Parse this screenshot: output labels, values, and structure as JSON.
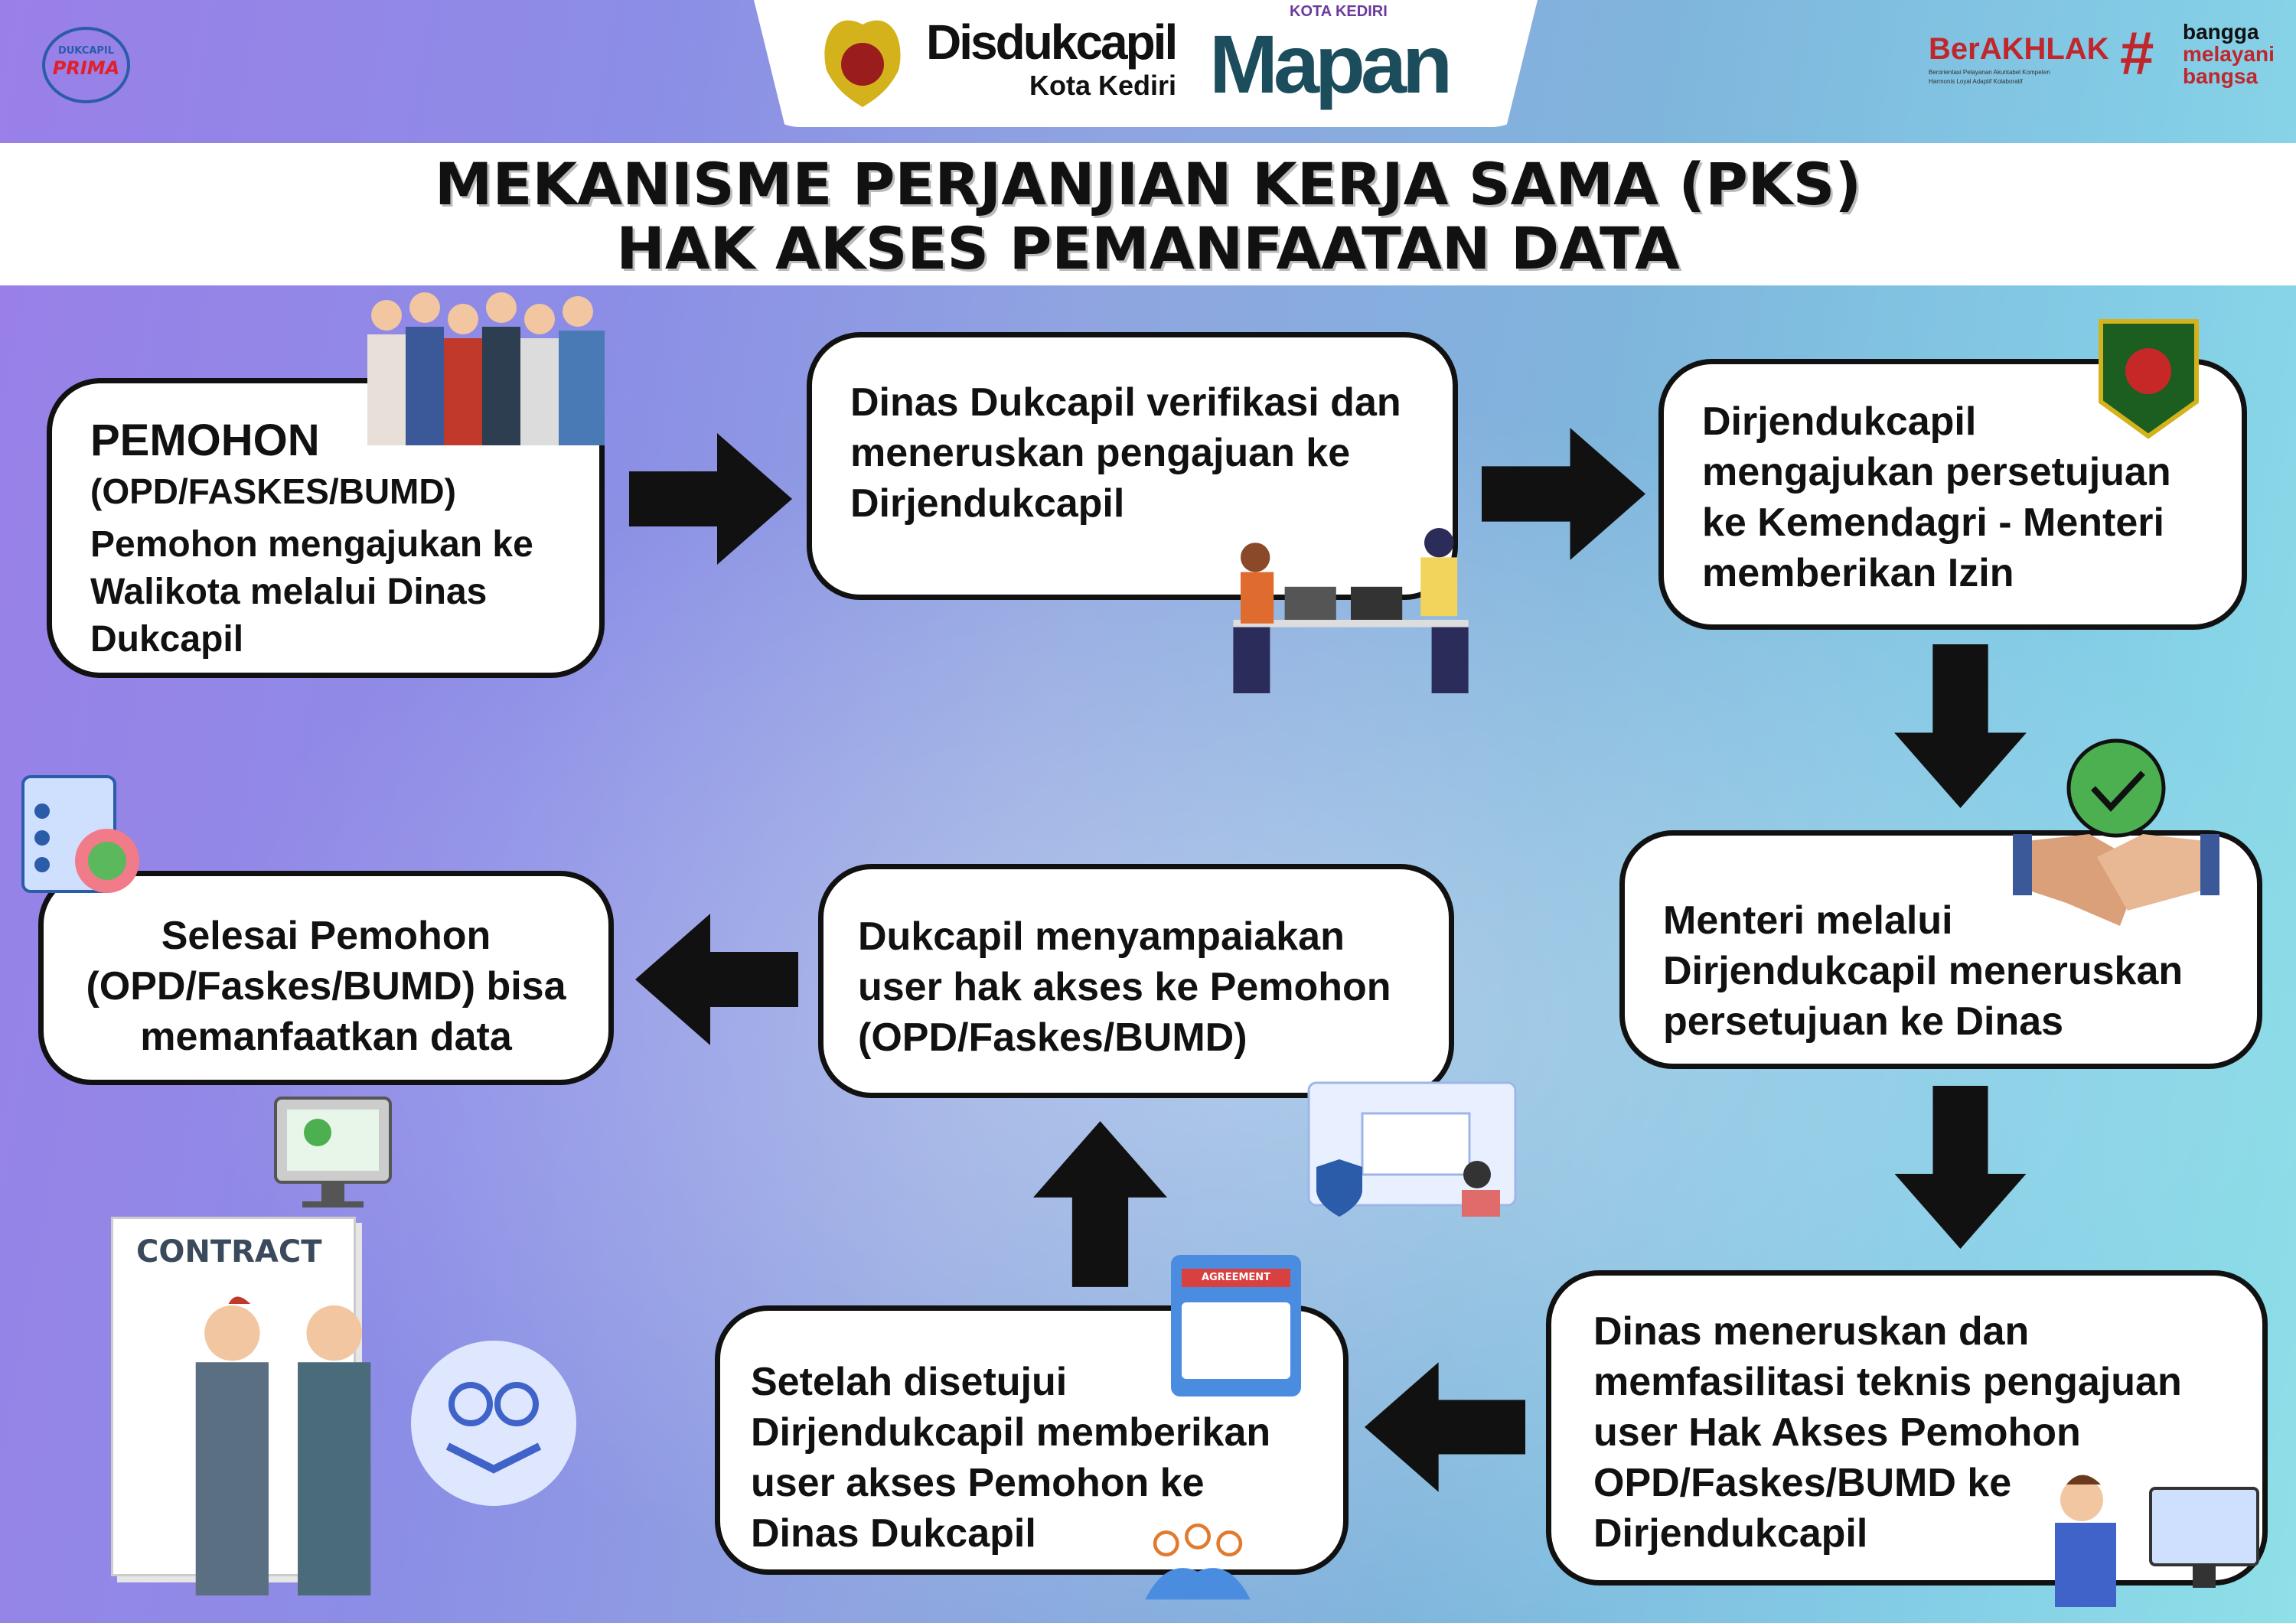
{
  "header": {
    "left_logo": {
      "line1": "DUKCAPIL",
      "line2": "PRIMA"
    },
    "center_logo": {
      "name": "Disdukcapil",
      "sub": "Kota Kediri"
    },
    "mapan_logo": {
      "small": "KOTA KEDIRI",
      "name": "Mapan"
    },
    "right_logo": {
      "name": "BerAKHLAK",
      "tagline1": "Berorientasi Pelayanan Akuntabel Kompeten",
      "tagline2": "Harmonis Loyal Adaptif Kolaboratif",
      "hash1": "bangga",
      "hash2": "melayani",
      "hash3": "bangsa"
    }
  },
  "title": {
    "line1": "MEKANISME PERJANJIAN KERJA SAMA (PKS)",
    "line2": "HAK AKSES PEMANFAATAN DATA"
  },
  "steps": [
    {
      "heading": "PEMOHON",
      "sub": "(OPD/FASKES/BUMD)",
      "text": "Pemohon mengajukan ke Walikota melalui Dinas Dukcapil"
    },
    {
      "text": "Dinas Dukcapil verifikasi dan meneruskan pengajuan ke Dirjendukcapil"
    },
    {
      "text": "Dirjendukcapil mengajukan persetujuan ke Kemendagri - Menteri memberikan Izin"
    },
    {
      "text": "Menteri melalui Dirjendukcapil meneruskan persetujuan ke Dinas"
    },
    {
      "text": "Dinas meneruskan dan memfasilitasi teknis pengajuan user Hak Akses Pemohon OPD/Faskes/BUMD ke Dirjendukcapil"
    },
    {
      "text": "Setelah disetujui Dirjendukcapil memberikan user akses Pemohon ke Dinas Dukcapil"
    },
    {
      "text": "Dukcapil menyampaiakan user hak akses ke Pemohon (OPD/Faskes/BUMD)"
    },
    {
      "text": "Selesai Pemohon (OPD/Faskes/BUMD) bisa memanfaatkan data"
    }
  ],
  "illustrations": {
    "contract_label": "CONTRACT",
    "agreement_label": "AGREEMENT"
  },
  "colors": {
    "arrow": "#111111",
    "brand_red": "#c0272d",
    "mapan_teal": "#1b4d5c",
    "prima_blue": "#2a5caa"
  }
}
